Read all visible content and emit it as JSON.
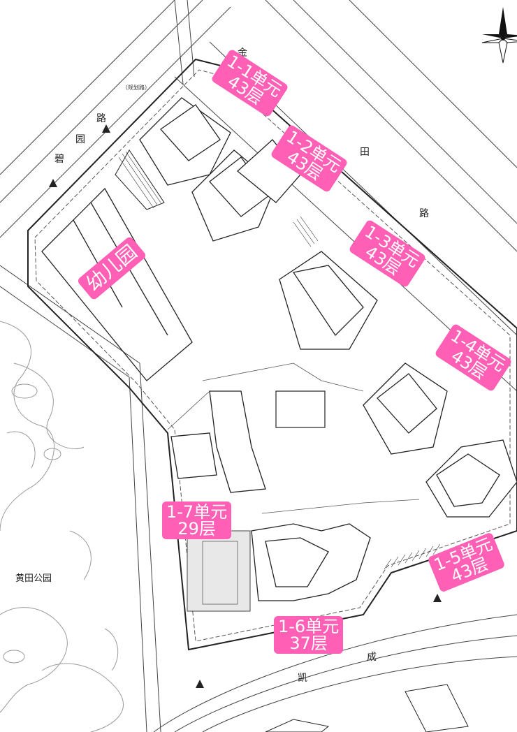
{
  "labels": {
    "u11": {
      "unit": "1-1单元",
      "floors": "43层"
    },
    "u12": {
      "unit": "1-2单元",
      "floors": "43层"
    },
    "u13": {
      "unit": "1-3单元",
      "floors": "43层"
    },
    "u14": {
      "unit": "1-4单元",
      "floors": "43层"
    },
    "u15": {
      "unit": "1-5单元",
      "floors": "43层"
    },
    "u16": {
      "unit": "1-6单元",
      "floors": "37层"
    },
    "u17": {
      "unit": "1-7单元",
      "floors": "29层"
    },
    "kindergarten": "幼儿园"
  },
  "roads": {
    "north_1": "碧",
    "north_2": "园",
    "north_3": "路",
    "north_planned": "（规划路）",
    "east_1": "金",
    "east_2": "田",
    "east_3": "路",
    "south_1": "凯",
    "south_2": "成"
  },
  "park": "黄田公园",
  "colors": {
    "label_bg": "#ff5fb4",
    "label_text": "#ffffff",
    "line": "#333333"
  },
  "icons": [
    "north-arrow-icon",
    "entrance-arrow-icon"
  ]
}
